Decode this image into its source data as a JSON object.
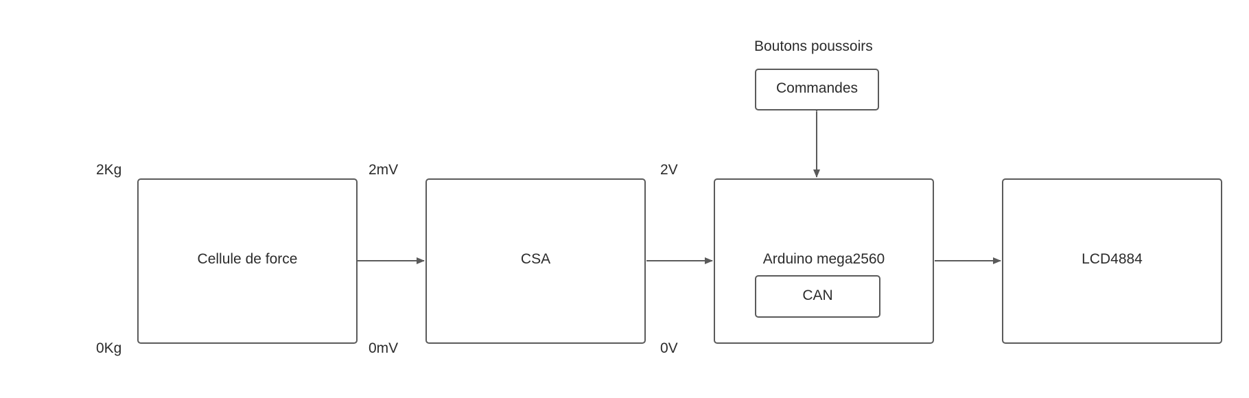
{
  "blocks": {
    "cellule": "Cellule de force",
    "csa": "CSA",
    "arduino": "Arduino mega2560",
    "can": "CAN",
    "lcd": "LCD4884",
    "commandes": "Commandes"
  },
  "annotations": {
    "boutons": "Boutons poussoirs",
    "max_force": "2Kg",
    "min_force": "0Kg",
    "max_mv": "2mV",
    "min_mv": "0mV",
    "max_v": "2V",
    "min_v": "0V"
  },
  "colors": {
    "stroke": "#5a5a5a",
    "text": "#2b2b2b",
    "background": "#ffffff"
  }
}
